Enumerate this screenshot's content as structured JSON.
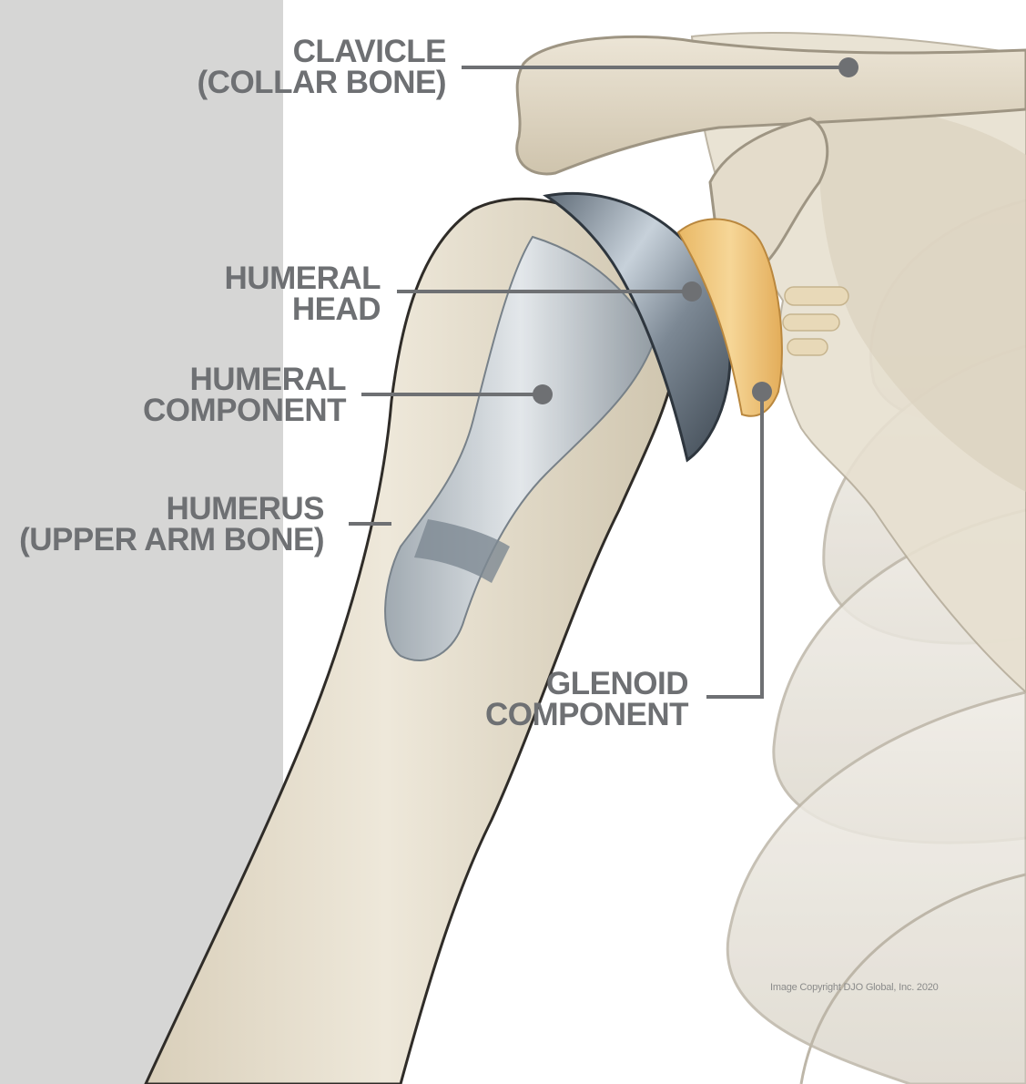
{
  "colors": {
    "left_panel": "#d6d6d5",
    "label_text": "#6e7073",
    "leader_line": "#6e7073",
    "bone": "#e9e2d2",
    "bone_shadow": "#c9bfa9",
    "implant_metal": "#8c98a4",
    "implant_highlight": "#dfe6ec",
    "glenoid_poly": "#f2cf8b",
    "ribs": "#ece9e2",
    "background": "#ffffff"
  },
  "labels": {
    "clavicle": {
      "line1": "CLAVICLE",
      "line2": "(COLLAR BONE)"
    },
    "humeral_head": {
      "line1": "HUMERAL",
      "line2": "HEAD"
    },
    "humeral_component": {
      "line1": "HUMERAL",
      "line2": "COMPONENT"
    },
    "humerus": {
      "line1": "HUMERUS",
      "line2": "(UPPER ARM BONE)"
    },
    "glenoid_component": {
      "line1": "GLENOID",
      "line2": "COMPONENT"
    }
  },
  "credit": "Image Copyright DJO Global, Inc. 2020"
}
